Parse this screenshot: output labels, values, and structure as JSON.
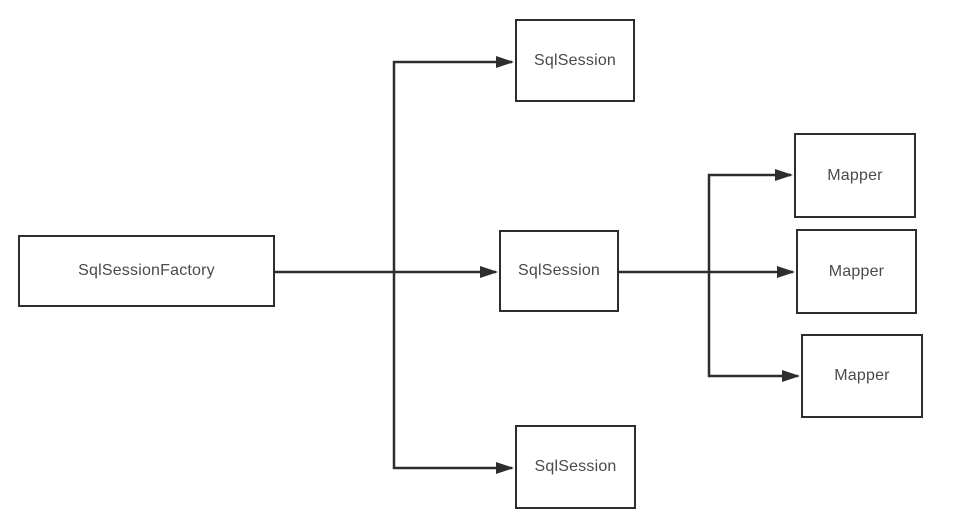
{
  "diagram": {
    "title": "MyBatis SqlSessionFactory to SqlSession to Mapper fan-out diagram",
    "colors": {
      "background": "#ffffff",
      "node_border": "#2d2d2d",
      "edge_line": "#2d2d2d",
      "text": "#4a4a4a"
    },
    "nodes": [
      {
        "id": "factory",
        "label": "SqlSessionFactory"
      },
      {
        "id": "session-top",
        "label": "SqlSession"
      },
      {
        "id": "session-mid",
        "label": "SqlSession"
      },
      {
        "id": "session-bottom",
        "label": "SqlSession"
      },
      {
        "id": "mapper-top",
        "label": "Mapper"
      },
      {
        "id": "mapper-mid",
        "label": "Mapper"
      },
      {
        "id": "mapper-bottom",
        "label": "Mapper"
      }
    ],
    "edges": [
      {
        "from": "factory",
        "to": "session-mid",
        "style": "orthogonal-arrow"
      },
      {
        "from": "factory",
        "to": "session-top",
        "style": "orthogonal-arrow"
      },
      {
        "from": "factory",
        "to": "session-bottom",
        "style": "orthogonal-arrow"
      },
      {
        "from": "session-mid",
        "to": "mapper-mid",
        "style": "orthogonal-arrow"
      },
      {
        "from": "session-mid",
        "to": "mapper-top",
        "style": "orthogonal-arrow"
      },
      {
        "from": "session-mid",
        "to": "mapper-bottom",
        "style": "orthogonal-arrow"
      }
    ]
  }
}
